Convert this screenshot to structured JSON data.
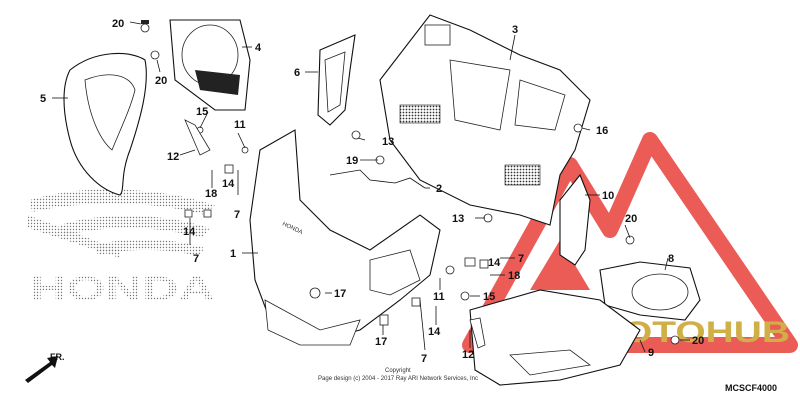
{
  "diagram": {
    "sheet_code": "MCSCF4000",
    "front_label": "FR.",
    "honda_emblem_text": "HONDA",
    "copyright_line1": "Copyright",
    "copyright_line2": "Page design (c) 2004 - 2017 Ray ARI Network Services, Inc",
    "watermark_text": "AUTOMOTOHUB",
    "accent_colors": {
      "watermark_red": "#e8403a",
      "watermark_gold": "#c9a227",
      "line": "#111111"
    },
    "callouts": [
      "1",
      "2",
      "3",
      "4",
      "5",
      "6",
      "7",
      "8",
      "9",
      "10",
      "11",
      "12",
      "13",
      "14",
      "15",
      "16",
      "17",
      "18",
      "19",
      "20"
    ]
  }
}
